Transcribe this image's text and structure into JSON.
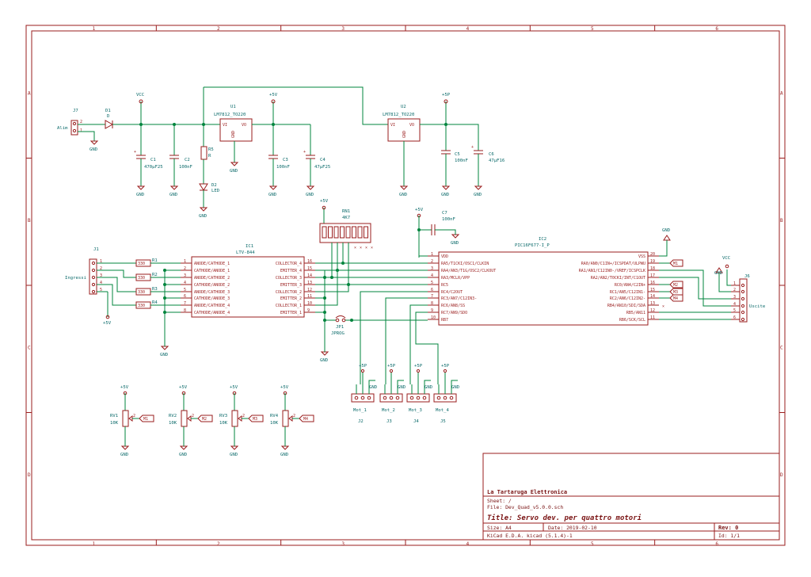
{
  "frame": {
    "columns": [
      "1",
      "2",
      "3",
      "4",
      "5",
      "6"
    ],
    "rows": [
      "A",
      "B",
      "C",
      "D"
    ]
  },
  "title_block": {
    "company": "La Tartaruga Elettronica",
    "sheet": "Sheet: /",
    "file": "File: Dev_Quad_v5.0.0.sch",
    "title": "Title: Servo dev. per quattro motori",
    "size": "Size: A4",
    "date": "Date: 2019-02-10",
    "rev": "Rev: 0",
    "kicad": "KiCad E.D.A.  kicad (5.1.4)-1",
    "id": "Id: 1/1"
  },
  "power": {
    "j7": {
      "ref": "J7",
      "name": "Alim"
    },
    "d1": {
      "ref": "D1",
      "value": "D"
    },
    "c1": {
      "ref": "C1",
      "value": "470µF25"
    },
    "c2": {
      "ref": "C2",
      "value": "100nF"
    },
    "r5": {
      "ref": "R5",
      "value": "R"
    },
    "d2": {
      "ref": "D2",
      "value": "LED"
    },
    "u1": {
      "ref": "U1",
      "value": "LM7812_TO220",
      "vi": "VI",
      "vo": "VO",
      "gnd": "GND"
    },
    "c3": {
      "ref": "C3",
      "value": "100nF"
    },
    "c4": {
      "ref": "C4",
      "value": "47µF25"
    },
    "u2": {
      "ref": "U2",
      "value": "LM7812_TO220",
      "vi": "VI",
      "vo": "VO",
      "gnd": "GND"
    },
    "c5": {
      "ref": "C5",
      "value": "100nF"
    },
    "c6": {
      "ref": "C6",
      "value": "47µF16"
    }
  },
  "nets": {
    "vcc": "VCC",
    "gnd": "GND",
    "p5v": "+5V",
    "p5p": "+5P"
  },
  "rn1": {
    "ref": "RN1",
    "value": "4K7"
  },
  "c7": {
    "ref": "C7",
    "value": "100nF"
  },
  "j1": {
    "ref": "J1",
    "name": "Ingressi",
    "pins": [
      "1",
      "2",
      "3",
      "4",
      "5"
    ]
  },
  "resistors": [
    "R1",
    "R2",
    "R3",
    "R4"
  ],
  "res_value": "330",
  "ic1": {
    "ref": "IC1",
    "value": "LTV-844",
    "left": [
      {
        "n": "1",
        "name": "ANODE/CATHODE_1"
      },
      {
        "n": "2",
        "name": "CATHODE/ANODE_1"
      },
      {
        "n": "3",
        "name": "ANODE/CATHODE_2"
      },
      {
        "n": "4",
        "name": "CATHODE/ANODE_2"
      },
      {
        "n": "5",
        "name": "ANODE/CATHODE_3"
      },
      {
        "n": "6",
        "name": "CATHODE/ANODE_3"
      },
      {
        "n": "7",
        "name": "ANODE/CATHODE_4"
      },
      {
        "n": "8",
        "name": "CATHODE/ANODE_4"
      }
    ],
    "right": [
      {
        "n": "16",
        "name": "COLLECTOR_4"
      },
      {
        "n": "15",
        "name": "EMITTER_4"
      },
      {
        "n": "14",
        "name": "COLLECTOR_3"
      },
      {
        "n": "13",
        "name": "EMITTER_3"
      },
      {
        "n": "12",
        "name": "COLLECTOR_2"
      },
      {
        "n": "11",
        "name": "EMITTER_2"
      },
      {
        "n": "10",
        "name": "COLLECTOR_1"
      },
      {
        "n": "9",
        "name": "EMITTER_1"
      }
    ]
  },
  "ic2": {
    "ref": "IC2",
    "value": "PIC16F677-I_P",
    "left": [
      {
        "n": "1",
        "name": "VDD"
      },
      {
        "n": "2",
        "name": "RA5/T1CKI/OSC1/CLKIN"
      },
      {
        "n": "3",
        "name": "RA4/AN3/T1G/OSC2/CLKOUT"
      },
      {
        "n": "4",
        "name": "RA3/MCLR/VPP"
      },
      {
        "n": "5",
        "name": "RC5"
      },
      {
        "n": "6",
        "name": "RC4/C2OUT"
      },
      {
        "n": "7",
        "name": "RC3/AN7/C12IN3-"
      },
      {
        "n": "8",
        "name": "RC6/AN8/SS"
      },
      {
        "n": "9",
        "name": "RC7/AN9/SDO"
      },
      {
        "n": "10",
        "name": "RB7"
      }
    ],
    "right": [
      {
        "n": "20",
        "name": "VSS"
      },
      {
        "n": "19",
        "name": "RA0/AN0/C1IN+/ICSPDAT/ULPWU"
      },
      {
        "n": "18",
        "name": "RA1/AN1/C12IN0-/VREF/ICSPCLK"
      },
      {
        "n": "17",
        "name": "RA2/AN2/T0CKI/INT/C1OUT"
      },
      {
        "n": "16",
        "name": "RC0/AN4/C2IN+"
      },
      {
        "n": "15",
        "name": "RC1/AN5/C12IN1-"
      },
      {
        "n": "14",
        "name": "RC2/AN6/C12IN2-"
      },
      {
        "n": "13",
        "name": "RB4/AN10/SDI/SDA"
      },
      {
        "n": "12",
        "name": "RB5/AN11"
      },
      {
        "n": "11",
        "name": "RB6/SCK/SCL"
      }
    ]
  },
  "jp1": {
    "ref": "JP1",
    "value": "JPROG"
  },
  "j6": {
    "ref": "J6",
    "name": "Uscite",
    "pins": [
      "1",
      "2",
      "3",
      "4",
      "5",
      "6"
    ]
  },
  "motor_flags": [
    "M1",
    "M2",
    "M3",
    "M4"
  ],
  "motors": [
    {
      "ref": "J2",
      "name": "Mot_1"
    },
    {
      "ref": "J3",
      "name": "Mot_2"
    },
    {
      "ref": "J4",
      "name": "Mot_3"
    },
    {
      "ref": "J5",
      "name": "Mot_4"
    }
  ],
  "pots": [
    {
      "ref": "RV1",
      "value": "10K",
      "flag": "M1"
    },
    {
      "ref": "RV2",
      "value": "10K",
      "flag": "M2"
    },
    {
      "ref": "RV3",
      "value": "10K",
      "flag": "M3"
    },
    {
      "ref": "RV4",
      "value": "10K",
      "flag": "M4"
    }
  ]
}
